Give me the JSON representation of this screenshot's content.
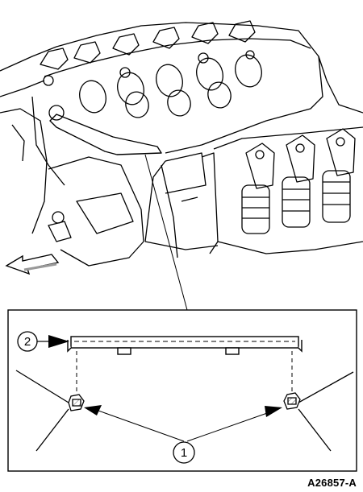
{
  "figure_id": "A26857-A",
  "callouts": {
    "item1": "1",
    "item2": "2"
  },
  "colors": {
    "line": "#000000",
    "background": "#ffffff",
    "hatch": "#8a8a8a"
  }
}
